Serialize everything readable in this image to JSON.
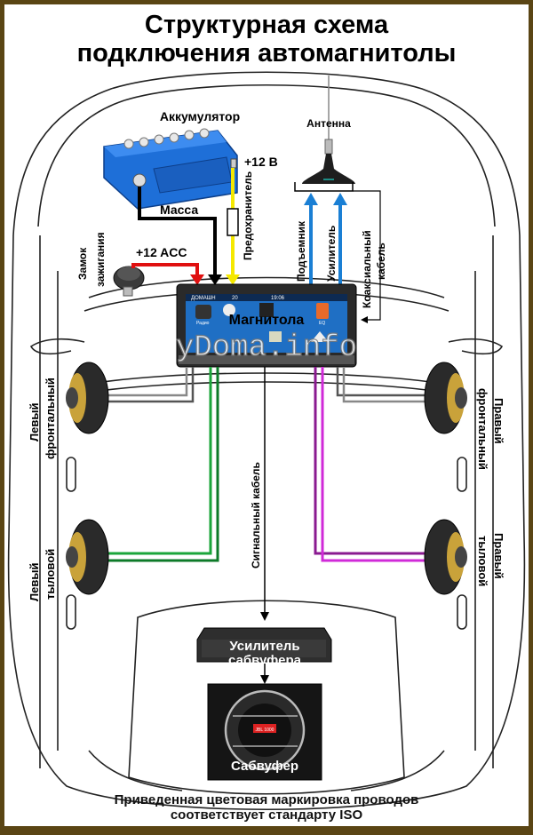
{
  "title": {
    "line1": "Структурная схема",
    "line2": "подключения автомагнитолы"
  },
  "components": {
    "battery": "Аккумулятор",
    "battery_plus": "+12 В",
    "ground": "Масса",
    "fuse": "Предохранитель",
    "ignition_line1": "Замок",
    "ignition_line2": "зажигания",
    "acc": "+12 ACC",
    "antenna": "Антенна",
    "antenna_lift": "Подъемник",
    "antenna_amp": "Усилитель",
    "coax_line1": "Коаксиальный",
    "coax_line2": "кабель",
    "head_unit": "Магнитола",
    "signal_cable": "Сигнальный кабель",
    "sub_amp_line1": "Усилитель",
    "sub_amp_line2": "сабвуфера",
    "subwoofer": "Сабвуфер",
    "sub_brand": "JBL 1000"
  },
  "speakers": {
    "front_left": {
      "line1": "Левый",
      "line2": "фронтальный"
    },
    "front_right": {
      "line1": "Правый",
      "line2": "фронтальный"
    },
    "rear_left": {
      "line1": "Левый",
      "line2": "тыловой"
    },
    "rear_right": {
      "line1": "Правый",
      "line2": "тыловой"
    }
  },
  "head_unit_screen": {
    "status_left": "ДОМАШН",
    "status_vol": "20",
    "clock": "19:06",
    "icons": [
      "Радио",
      "EQ"
    ]
  },
  "watermark": "yDoma.info",
  "footer": {
    "line1": "Приведенная цветовая маркировка проводов",
    "line2": "соответствует стандарту ISO"
  },
  "wire_colors": {
    "acc": "#e01010",
    "ground": "#000000",
    "plus12": "#f5e800",
    "antenna": "#1a7fd4",
    "front": "#777777",
    "rear_left": "#1aa53a",
    "rear_right": "#c020c8",
    "battery": "#1e6fd8"
  }
}
